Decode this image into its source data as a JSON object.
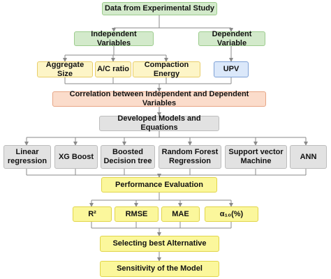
{
  "top": {
    "label": "Data from Experimental Study"
  },
  "independent": {
    "label": "Independent Variables"
  },
  "dependent": {
    "label": "Dependent Variable"
  },
  "variables": [
    "Aggregate Size",
    "A/C ratio",
    "Compaction Energy"
  ],
  "upv": {
    "label": "UPV"
  },
  "correlation": {
    "label": "Correlation between Independent and Dependent Variables"
  },
  "developed": {
    "label": "Developed Models and Equations"
  },
  "models": [
    "Linear regression",
    "XG Boost",
    "Boosted Decision tree",
    "Random Forest Regression",
    "Support vector Machine",
    "ANN"
  ],
  "performance": {
    "label": "Performance Evaluation"
  },
  "metrics": [
    "R²",
    "RMSE",
    "MAE",
    "α₁₀(%)"
  ],
  "selecting": {
    "label": "Selecting best Alternative"
  },
  "sensitivity": {
    "label": "Sensitivity of the Model"
  },
  "colors": {
    "green": "#d3eacb",
    "yellow": "#fdf5c7",
    "bright_yellow": "#fbf79c",
    "blue": "#dbe8fa",
    "peach": "#fbdccb",
    "grey": "#e2e2e2",
    "connector": "#8a8a8a"
  }
}
